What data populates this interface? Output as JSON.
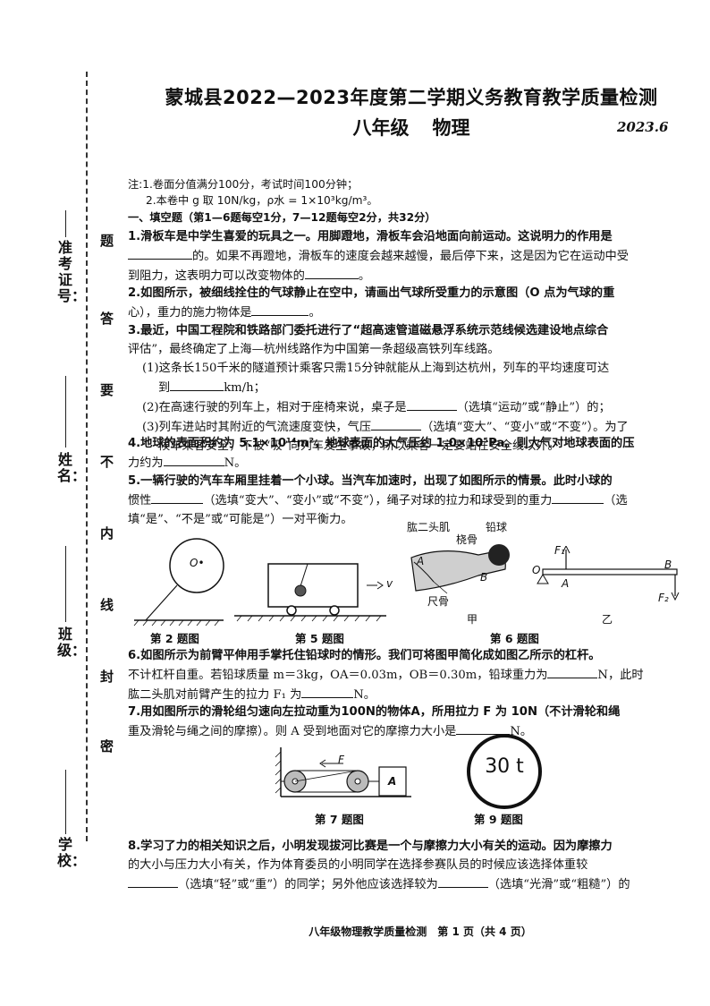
{
  "binding": {
    "fields": [
      "准考证号：",
      "姓名：",
      "班级：",
      "学校："
    ],
    "seal_words": [
      "题",
      "答",
      "要",
      "不",
      "内",
      "线",
      "封",
      "密"
    ]
  },
  "header": {
    "title": "蒙城县2022—2023年度第二学期义务教育教学质量检测",
    "grade": "八年级",
    "subject": "物理",
    "date": "2023.6"
  },
  "notes": {
    "n1": "注:1.卷面分值满分100分，考试时间100分钟；",
    "n2": "2.本卷中 g 取 10N/kg，ρ水 = 1×10³kg/m³。"
  },
  "section1": "一、填空题（第1—6题每空1分，7—12题每空2分，共32分）",
  "questions": {
    "q1a": "1.滑板车是中学生喜爱的玩具之一。用脚蹬地，滑板车会沿地面向前运动。这说明力的作用是",
    "q1b": "的。如果不再蹬地，滑板车的速度会越来越慢，最后停下来，这是因为它在运动中受",
    "q1c": "到阻力，这表明力可以改变物体的",
    "q2a": "2.如图所示，被细线拴住的气球静止在空中，请画出气球所受重力的示意图（O 点为气球的重",
    "q2b": "心），重力的施力物体是",
    "q3a": "3.最近，中国工程院和铁路部门委托进行了“超高速管道磁悬浮系统示范线候选建设地点综合",
    "q3b": "评估”，最终确定了上海—杭州线路作为中国第一条超级高铁列车线路。",
    "q3c": "(1)这条长150千米的隧道预计乘客只需15分钟就能从上海到达杭州，列车的平均速度可达",
    "q3d_pre": "到",
    "q3d_post": "km/h；",
    "q3e_pre": "(2)在高速行驶的列车上，相对于座椅来说，桌子是",
    "q3e_post": "（选填“运动”或“静止”）的；",
    "q3f_pre": "(3)列车进站时其附近的气流速度变快，气压",
    "q3f_post": "（选填“变大”、“变小”或“不变”）。为了",
    "q3g": "候车乘客安全，不被“吸”向列车发生事故，所以乘客一定要站在安全线以外。",
    "q4a": "4.地球的表面积约为 5.1×10¹⁴m²，地球表面的大气压约 1.0×10⁵Pa。则大气对地球表面的压",
    "q4b_pre": "力约为",
    "q4b_post": "N。",
    "q5a": "5.一辆行驶的汽车车厢里挂着一个小球。当汽车加速时，出现了如图所示的情景。此时小球的",
    "q5b_pre": "惯性",
    "q5b_mid": "（选填“变大”、“变小”或“不变”），绳子对球的拉力和球受到的重力",
    "q5b_post": "（选",
    "q5c": "填“是”、“不是”或“可能是”）一对平衡力。",
    "q6a": "6.如图所示为前臂平伸用手掌托住铅球时的情形。我们可将图甲简化成如图乙所示的杠杆。",
    "q6b_pre": "不计杠杆自重。若铅球质量 m＝3kg，OA＝0.03m，OB＝0.30m，铅球重力为",
    "q6b_post": "N，此时",
    "q6c_pre": "肱二头肌对前臂产生的拉力 F₁ 为",
    "q6c_post": "N。",
    "q7a": "7.用如图所示的滑轮组匀速向左拉动重为100N的物体A，所用拉力 F 为 10N（不计滑轮和绳",
    "q7b_pre": "重及滑轮与绳之间的摩擦）。则 A 受到地面对它的摩擦力大小是",
    "q7b_post": "N。",
    "q8a": "8.学习了力的相关知识之后，小明发现拔河比赛是一个与摩擦力大小有关的运动。因为摩擦力",
    "q8b": "的大小与压力大小有关，作为体育委员的小明同学在选择参赛队员的时候应该选择体重较",
    "q8c_mid": "（选填“轻”或“重”）的同学；另外他应该选择较为",
    "q8c_post": "（选填“光滑”或“粗糙”）的"
  },
  "figures": {
    "cap2": "第 2 题图",
    "cap5": "第 5 题图",
    "cap6": "第 6 题图",
    "cap7": "第 7 题图",
    "cap9": "第 9 题图",
    "fig2_o": "O•",
    "fig5_v": "v",
    "fig6_biceps": "肱二头肌",
    "fig6_ball": "铅球",
    "fig6_radius": "桡骨",
    "fig6_ulna": "尺骨",
    "fig6_a": "A",
    "fig6_b": "B",
    "fig6_jia": "甲",
    "fig6_yi": "乙",
    "fig6_o": "O",
    "fig6_a2": "A",
    "fig6_b2": "B",
    "fig6_f1": "F₁",
    "fig6_f2": "F₂",
    "fig7_f": "F",
    "fig7_a": "A",
    "sign_text": "30 t"
  },
  "footer": "八年级物理教学质量检测　第 1 页（共 4 页）"
}
